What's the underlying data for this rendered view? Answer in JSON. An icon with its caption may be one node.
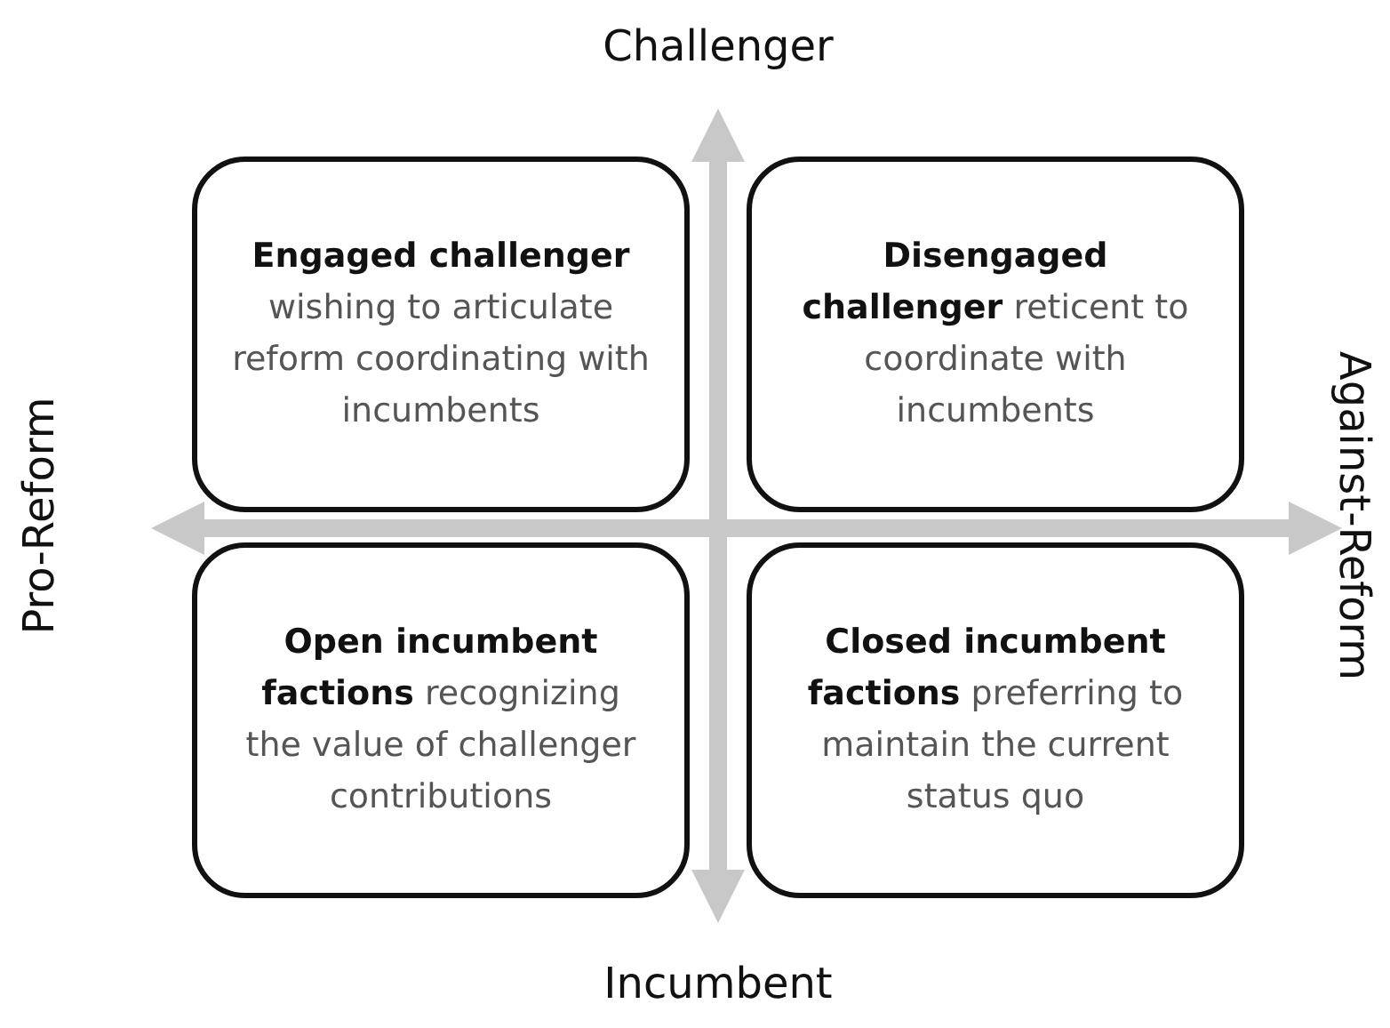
{
  "diagram": {
    "nodes": [
      {
        "text": [
          "**Engaged challenger** wishing to articulate reform coordinating with incumbents"
        ]
      },
      {
        "text": [
          "**Disengaged challenger** reticent to coordinate with incumbents"
        ]
      },
      {
        "text": [
          "**Open incumbent factions** recognizing the value of challenger contributions"
        ]
      },
      {
        "text": [
          "**Closed incumbent factions** preferring to maintain the current status quo"
        ]
      }
    ],
    "labels": [
      "Challenger",
      "Pro-Reform",
      "Against-Reform",
      "Incumbent"
    ]
  }
}
